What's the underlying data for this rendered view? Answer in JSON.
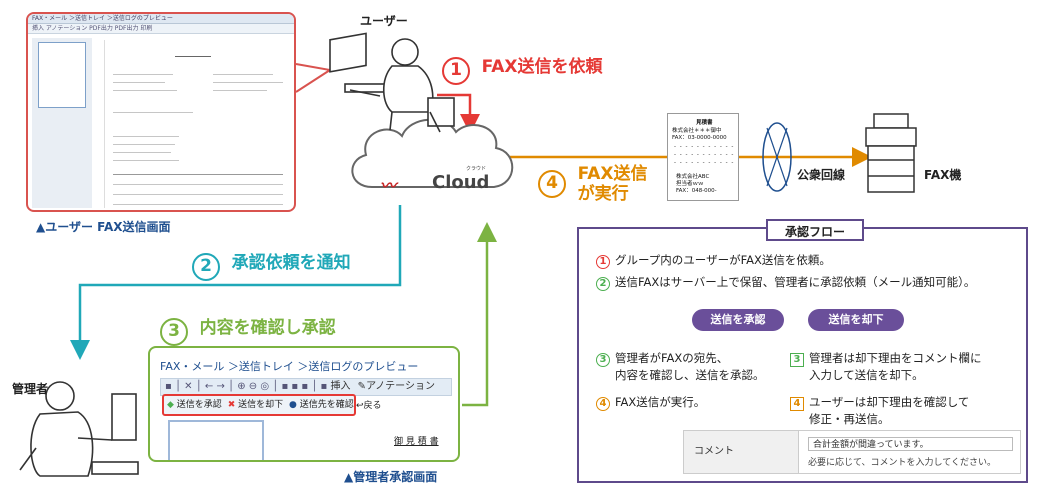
{
  "user_label": "ユーザー",
  "user_screen_caption": "▲ユーザー FAX送信画面",
  "user_screen": {
    "breadcrumb": "FAX・メール ＞送信トレイ ＞送信ログのプレビュー",
    "toolbar": "挿入  アノテーション  PDF出力  PDF出力  印刷"
  },
  "step1": {
    "num": "1",
    "label": "FAX送信を依頼"
  },
  "step2": {
    "num": "2",
    "label": "承認依頼を通知"
  },
  "step3": {
    "num": "3",
    "label": "内容を確認し承認"
  },
  "step4": {
    "num": "4",
    "label_line1": "FAX送信",
    "label_line2": "が実行"
  },
  "cloud": {
    "logo_text": "Cloud",
    "ruby": "クラウド"
  },
  "public_line": "公衆回線",
  "fax_machine": "FAX機",
  "fax_doc": {
    "title": "見積書",
    "to_company": "株式会社＊＊＊御中",
    "to_fax": "FAX：03-0000-0000",
    "from_company": "株式会社ABC",
    "from_person": "担当者ｗｗ",
    "from_fax": "FAX：048-000-"
  },
  "admin_label": "管理者",
  "admin_screen_caption": "▲管理者承認画面",
  "admin_screen": {
    "breadcrumb": "FAX・メール ＞送信トレイ ＞送信ログのプレビュー",
    "tb_insert": "挿入",
    "tb_annotation": "アノテーション",
    "btn_approve": "送信を承認",
    "btn_reject": "送信を却下",
    "btn_check": "送信先を確認",
    "btn_back": "戻る",
    "doc_title": "御 見 積 書"
  },
  "flow": {
    "title": "承認フロー",
    "item1": "グループ内のユーザーがFAX送信を依頼。",
    "item2": "送信FAXはサーバー上で保留、管理者に承認依頼（メール通知可能）。",
    "pill_approve": "送信を承認",
    "pill_reject": "送信を却下",
    "item3a_line1": "管理者がFAXの宛先、",
    "item3a_line2": "内容を確認し、送信を承認。",
    "item3b_line1": "管理者は却下理由をコメント欄に",
    "item3b_line2": "入力して送信を却下。",
    "item4a": "FAX送信が実行。",
    "item4b_line1": "ユーザーは却下理由を確認して",
    "item4b_line2": "修正・再送信。",
    "n1": "1",
    "n2": "2",
    "n3": "3",
    "n4": "4"
  },
  "comment": {
    "label": "コメント",
    "value": "合計金額が間違っています。",
    "hint": "必要に応じて、コメントを入力してください。"
  },
  "colors": {
    "red": "#e53935",
    "teal": "#20a8b8",
    "green": "#7cb342",
    "orange": "#e08a00",
    "purple": "#5e4a8b",
    "navy": "#1f4f8f"
  }
}
